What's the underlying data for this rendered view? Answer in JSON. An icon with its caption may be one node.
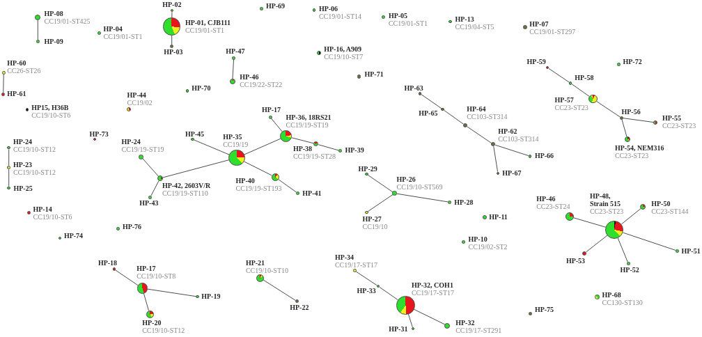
{
  "diagram": {
    "nodes": [
      {
        "text": [
          "HP-02"
        ]
      },
      {
        "text": [
          "HP-69"
        ]
      },
      {
        "text": [
          "HP-06",
          "CC19/01-ST14"
        ]
      },
      {
        "text": [
          "HP-08",
          "CC19/01-ST425"
        ]
      },
      {
        "text": [
          "HP-05",
          "CC19/01-ST1"
        ]
      },
      {
        "text": [
          "HP-13",
          "CC19/04-ST5"
        ]
      },
      {
        "text": [
          "HP-01, CJB111",
          "CC19/01-ST1"
        ]
      },
      {
        "text": [
          "HP-07",
          "CC19/01-ST297"
        ]
      },
      {
        "text": [
          "HP-04",
          "CC19/01-ST1"
        ]
      },
      {
        "text": [
          "HP-09"
        ]
      },
      {
        "text": [
          "HP-16, A909",
          "CC19/10-ST7"
        ]
      },
      {
        "text": [
          "HP-47"
        ]
      },
      {
        "text": [
          "HP-03"
        ]
      },
      {
        "text": [
          "HP-72"
        ]
      },
      {
        "text": [
          "HP-59"
        ]
      },
      {
        "text": [
          "HP-60",
          "CC26-ST26"
        ]
      },
      {
        "text": [
          "HP-71"
        ]
      },
      {
        "text": [
          "HP-46",
          "CC19/22-ST22"
        ]
      },
      {
        "text": [
          "HP-58"
        ]
      },
      {
        "text": [
          "HP-70"
        ]
      },
      {
        "text": [
          "HP-63"
        ]
      },
      {
        "text": [
          "HP-61"
        ]
      },
      {
        "text": [
          "HP-44",
          "CC19/02"
        ]
      },
      {
        "text": [
          "HP-57",
          "CC23-ST23"
        ]
      },
      {
        "text": [
          "HP15, H36B",
          "CC19/10-ST6"
        ]
      },
      {
        "text": [
          "HP-17"
        ]
      },
      {
        "text": [
          "HP-64",
          "CC103-ST314"
        ]
      },
      {
        "text": [
          "HP-56"
        ]
      },
      {
        "text": [
          "HP-65"
        ]
      },
      {
        "text": [
          "HP-36, 18RS21",
          "CC19/19-ST19"
        ]
      },
      {
        "text": [
          "HP-55",
          "CC23-ST23"
        ]
      },
      {
        "text": [
          "HP-62",
          "CC103-ST314"
        ]
      },
      {
        "text": [
          "HP-73"
        ]
      },
      {
        "text": [
          "HP-45"
        ]
      },
      {
        "text": [
          "HP-35",
          "CC19/19"
        ]
      },
      {
        "text": [
          "HP-24",
          "CC19/19-ST19"
        ]
      },
      {
        "text": [
          "HP-24",
          "CC19/10-ST12"
        ]
      },
      {
        "text": [
          "HP-54, NEM316",
          "CC23-ST23"
        ]
      },
      {
        "text": [
          "HP-39"
        ]
      },
      {
        "text": [
          "HP-38",
          "CC19/19-ST28"
        ]
      },
      {
        "text": [
          "HP-66"
        ]
      },
      {
        "text": [
          "HP-23",
          "CC19/10-ST12"
        ]
      },
      {
        "text": [
          "HP-29"
        ]
      },
      {
        "text": [
          "HP-67"
        ]
      },
      {
        "text": [
          "HP-26",
          "CC19/10-ST569"
        ]
      },
      {
        "text": [
          "HP-40",
          "CC19/19-ST193"
        ]
      },
      {
        "text": [
          "HP-42, 2603V/R",
          "CC19/19-ST110"
        ]
      },
      {
        "text": [
          "HP-25"
        ]
      },
      {
        "text": [
          "HP-41"
        ]
      },
      {
        "text": [
          "HP-46",
          "CC23-ST24"
        ]
      },
      {
        "text": [
          "HP-48, Strain 515",
          "CC23-ST23"
        ]
      },
      {
        "text": [
          "HP-28"
        ]
      },
      {
        "text": [
          "HP-43"
        ]
      },
      {
        "text": [
          "HP-50",
          "CC23-ST144"
        ]
      },
      {
        "text": [
          "HP-14",
          "CC19/10-ST6"
        ]
      },
      {
        "text": [
          "HP-11"
        ]
      },
      {
        "text": [
          "HP-27",
          "CC19/10"
        ]
      },
      {
        "text": [
          "HP-76"
        ]
      },
      {
        "text": [
          "HP-74"
        ]
      },
      {
        "text": [
          "HP-10",
          "CC19/02-ST2"
        ]
      },
      {
        "text": [
          "HP-51"
        ]
      },
      {
        "text": [
          "HP-34",
          "CC19/17-ST17"
        ]
      },
      {
        "text": [
          "HP-53"
        ]
      },
      {
        "text": [
          "HP-18"
        ]
      },
      {
        "text": [
          "HP-21",
          "CC19/10-ST10"
        ]
      },
      {
        "text": [
          "HP-17",
          "CC19/10-ST8"
        ]
      },
      {
        "text": [
          "HP-52"
        ]
      },
      {
        "text": [
          "HP-32, COH1",
          "CC19/17-ST17"
        ]
      },
      {
        "text": [
          "HP-33"
        ]
      },
      {
        "text": [
          "HP-68",
          "CC130-ST130"
        ]
      },
      {
        "text": [
          "HP-19"
        ]
      },
      {
        "text": [
          "HP-22"
        ]
      },
      {
        "text": [
          "HP-75"
        ]
      },
      {
        "text": [
          "HP-32",
          "CC19/17-ST291"
        ]
      },
      {
        "text": [
          "HP-20",
          "CC19/10-ST12"
        ]
      },
      {
        "text": [
          "HP-31"
        ]
      }
    ],
    "edges": [
      {
        "from": 3,
        "to": 9,
        "arrow": "none"
      },
      {
        "from": 0,
        "to": 6,
        "arrow": "none"
      },
      {
        "from": 6,
        "to": 12,
        "arrow": "none"
      },
      {
        "from": 15,
        "to": 21,
        "arrow": "none"
      },
      {
        "from": 11,
        "to": 17,
        "arrow": "none"
      },
      {
        "from": 36,
        "to": 41,
        "arrow": "none"
      },
      {
        "from": 41,
        "to": 47,
        "arrow": "none"
      },
      {
        "from": 35,
        "to": 46,
        "arrow": "none"
      },
      {
        "from": 46,
        "to": 52,
        "arrow": "none"
      },
      {
        "from": 46,
        "to": 34,
        "arrow": "none"
      },
      {
        "from": 33,
        "to": 34,
        "arrow": "none"
      },
      {
        "from": 34,
        "to": 29,
        "arrow": "none"
      },
      {
        "from": 25,
        "to": 29,
        "arrow": "none"
      },
      {
        "from": 29,
        "to": 39,
        "arrow": "none"
      },
      {
        "from": 39,
        "to": 38,
        "arrow": "none"
      },
      {
        "from": 34,
        "to": 45,
        "arrow": "none"
      },
      {
        "from": 45,
        "to": 48,
        "arrow": "none"
      },
      {
        "from": 20,
        "to": 28,
        "arrow": "none"
      },
      {
        "from": 28,
        "to": 26,
        "arrow": "none"
      },
      {
        "from": 26,
        "to": 31,
        "arrow": "none"
      },
      {
        "from": 31,
        "to": 40,
        "arrow": "none"
      },
      {
        "from": 31,
        "to": 43,
        "arrow": "none"
      },
      {
        "from": 14,
        "to": 18,
        "arrow": "none"
      },
      {
        "from": 18,
        "to": 23,
        "arrow": "none"
      },
      {
        "from": 23,
        "to": 27,
        "arrow": "none"
      },
      {
        "from": 27,
        "to": 30,
        "arrow": "none"
      },
      {
        "from": 27,
        "to": 37,
        "arrow": "none"
      },
      {
        "from": 42,
        "to": 44,
        "arrow": "none"
      },
      {
        "from": 44,
        "to": 51,
        "arrow": "none"
      },
      {
        "from": 44,
        "to": 56,
        "arrow": "none"
      },
      {
        "from": 49,
        "to": 50,
        "arrow": "none"
      },
      {
        "from": 53,
        "to": 50,
        "arrow": "none"
      },
      {
        "from": 50,
        "to": 60,
        "arrow": "none"
      },
      {
        "from": 50,
        "to": 62,
        "arrow": "none"
      },
      {
        "from": 50,
        "to": 66,
        "arrow": "none"
      },
      {
        "from": 63,
        "to": 65,
        "arrow": "none"
      },
      {
        "from": 65,
        "to": 70,
        "arrow": "none"
      },
      {
        "from": 65,
        "to": 74,
        "arrow": "none"
      },
      {
        "from": 64,
        "to": 71,
        "arrow": "none"
      },
      {
        "from": 61,
        "to": 68,
        "arrow": "none"
      },
      {
        "from": 68,
        "to": 67,
        "arrow": "none"
      },
      {
        "from": 67,
        "to": 73,
        "arrow": "none"
      },
      {
        "from": 67,
        "to": 75,
        "arrow": "none"
      }
    ]
  }
}
